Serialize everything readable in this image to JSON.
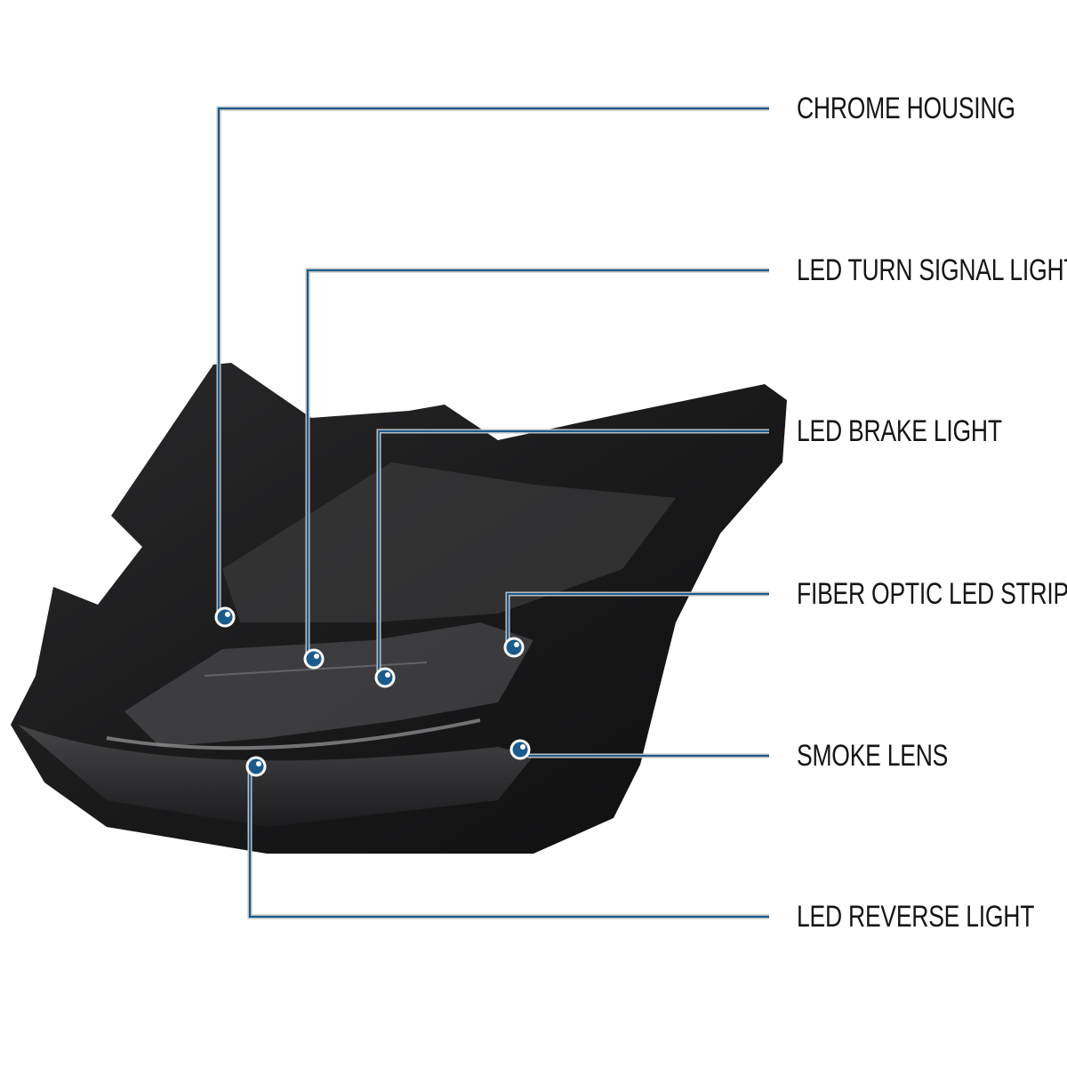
{
  "callouts": [
    {
      "label": "CHROME HOUSING"
    },
    {
      "label": "LED TURN SIGNAL LIGHT"
    },
    {
      "label": "LED BRAKE LIGHT"
    },
    {
      "label": "FIBER OPTIC LED STRIP"
    },
    {
      "label": "SMOKE LENS"
    },
    {
      "label": "LED REVERSE LIGHT"
    }
  ],
  "colors": {
    "leader_line": "#1b5b8c",
    "leader_outline": "#b8bcc0",
    "text": "#151515"
  }
}
